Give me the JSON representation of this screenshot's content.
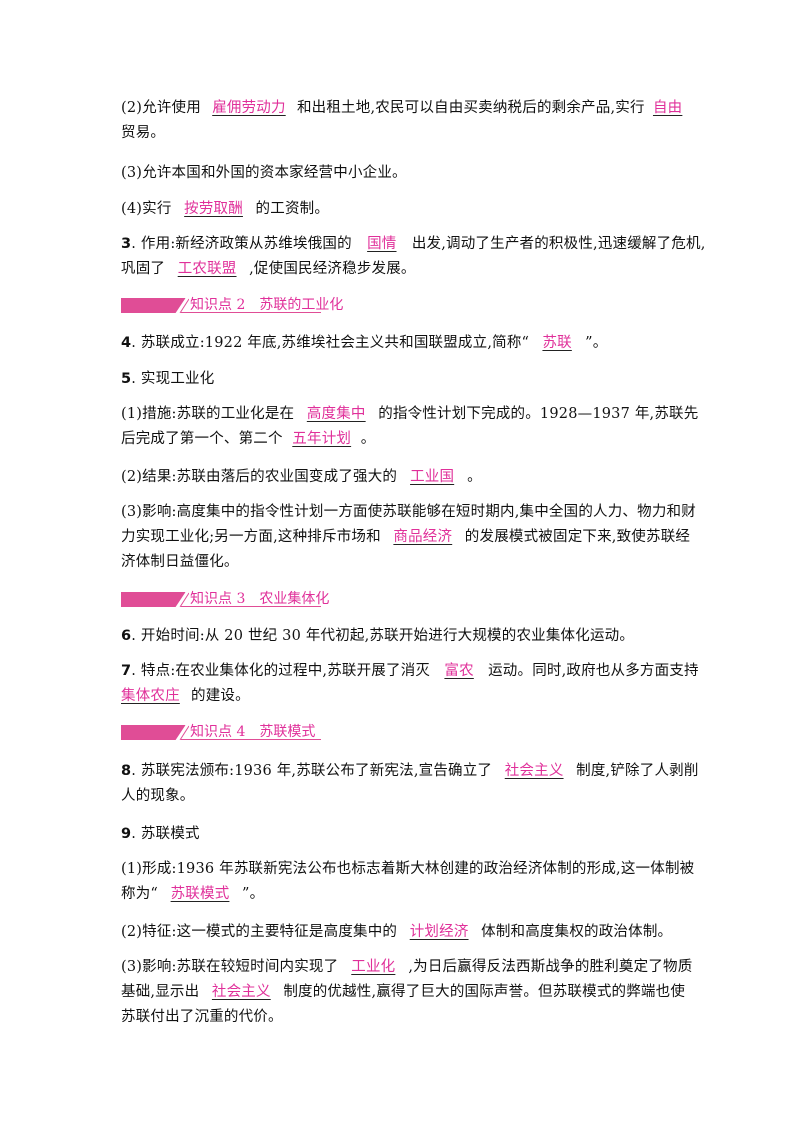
{
  "p1": {
    "a": "(2)允许使用",
    "b1": "雇佣劳动力",
    "b": "和出租土地,农民可以自由买卖纳税后的剩余产品,实行",
    "b2": "自由",
    "c": "贸易。"
  },
  "p2": {
    "a": "(3)允许本国和外国的资本家经营中小企业。"
  },
  "p3": {
    "a": "(4)实行",
    "b1": "按劳取酬",
    "b": "的工资制。"
  },
  "p4": {
    "num": "3",
    "a": ". 作用:新经济政策从苏维埃俄国的",
    "b1": "国情",
    "b": "出发,调动了生产者的积极性,迅速缓解了危机,",
    "c": "巩固了",
    "b2": "工农联盟",
    "d": ",促使国民经济稳步发展。"
  },
  "kp2": {
    "label": "知识点 2",
    "title": "苏联的工业化"
  },
  "p5": {
    "num": "4",
    "a": ". 苏联成立:1922 年底,苏维埃社会主义共和国联盟成立,简称“",
    "b1": "苏联",
    "b": "”。"
  },
  "p6": {
    "num": "5",
    "a": ". 实现工业化"
  },
  "p7": {
    "a": "(1)措施:苏联的工业化是在",
    "b1": "高度集中",
    "b": "的指令性计划下完成的。1928—1937 年,苏联先",
    "c": "后完成了第一个、第二个",
    "b2": "五年计划",
    "d": "。"
  },
  "p8": {
    "a": "(2)结果:苏联由落后的农业国变成了强大的",
    "b1": "工业国",
    "b": "。"
  },
  "p9": {
    "a": "(3)影响:高度集中的指令性计划一方面使苏联能够在短时期内,集中全国的人力、物力和财",
    "c": "力实现工业化;另一方面,这种排斥市场和",
    "b1": "商品经济",
    "d": "的发展模式被固定下来,致使苏联经",
    "e": "济体制日益僵化。"
  },
  "kp3": {
    "label": "知识点 3",
    "title": "农业集体化"
  },
  "p10": {
    "num": "6",
    "a": ". 开始时间:从 20 世纪 30 年代初起,苏联开始进行大规模的农业集体化运动。"
  },
  "p11": {
    "num": "7",
    "a": ". 特点:在农业集体化的过程中,苏联开展了消灭",
    "b1": "富农",
    "b": "运动。同时,政府也从多方面支持",
    "b2": "集体农庄",
    "c": "的建设。"
  },
  "kp4": {
    "label": "知识点 4",
    "title": "苏联模式"
  },
  "p12": {
    "num": "8",
    "a": ". 苏联宪法颁布:1936 年,苏联公布了新宪法,宣告确立了",
    "b1": "社会主义",
    "b": "制度,铲除了人剥削",
    "c": "人的现象。"
  },
  "p13": {
    "num": "9",
    "a": ". 苏联模式"
  },
  "p14": {
    "a": "(1)形成:1936 年苏联新宪法公布也标志着斯大林创建的政治经济体制的形成,这一体制被",
    "c": "称为“",
    "b1": "苏联模式",
    "d": "”。"
  },
  "p15": {
    "a": "(2)特征:这一模式的主要特征是高度集中的",
    "b1": "计划经济",
    "b": "体制和高度集权的政治体制。"
  },
  "p16": {
    "a": "(3)影响:苏联在较短时间内实现了",
    "b1": "工业化",
    "b": ",为日后赢得反法西斯战争的胜利奠定了物质",
    "c": "基础,显示出",
    "b2": "社会主义",
    "d": "制度的优越性,赢得了巨大的国际声誉。但苏联模式的弊端也使",
    "e": "苏联付出了沉重的代价。"
  },
  "colors": {
    "answer": "#e0309a",
    "banner": "#e04d96"
  }
}
